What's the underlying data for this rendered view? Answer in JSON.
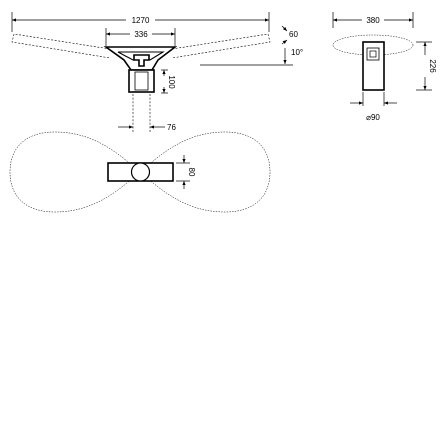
{
  "drawing": {
    "dimensions": {
      "overall_width": "1270",
      "head_width": "336",
      "height_top": "60",
      "tilt_angle": "10°",
      "stem_height": "100",
      "pole_gap": "76",
      "plan_height": "80",
      "side_width": "380",
      "side_height": "226",
      "pole_diameter": "⌀90"
    },
    "colors": {
      "line": "#000000",
      "background": "#ffffff"
    }
  }
}
